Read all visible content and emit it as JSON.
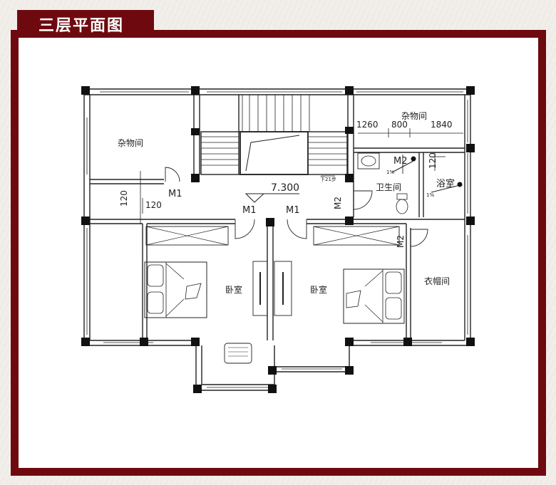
{
  "header": {
    "title": "三层平面图"
  },
  "colors": {
    "frame": "#6e0a0f",
    "paper": "#ffffff",
    "line": "#222222"
  },
  "plan": {
    "dimensions": {
      "left": "1260",
      "mid": "800",
      "right": "1840",
      "wall_a": "120",
      "wall_b": "120",
      "wall_c": "120"
    },
    "elevation": "7.300",
    "rooms": {
      "storage_left": "杂物间",
      "storage_top": "杂物间",
      "toilet": "卫生间",
      "bath": "浴室",
      "bedroom_left": "卧室",
      "bedroom_right": "卧室",
      "wardrobe": "衣帽间"
    },
    "doors": {
      "m1_a": "M1",
      "m1_b": "M1",
      "m1_c": "M1",
      "m2_a": "M2",
      "m2_b": "M2",
      "m2_c": "M2"
    },
    "slopes": {
      "s1": "1%",
      "s2": "1%"
    },
    "stair_note": "下21步"
  }
}
